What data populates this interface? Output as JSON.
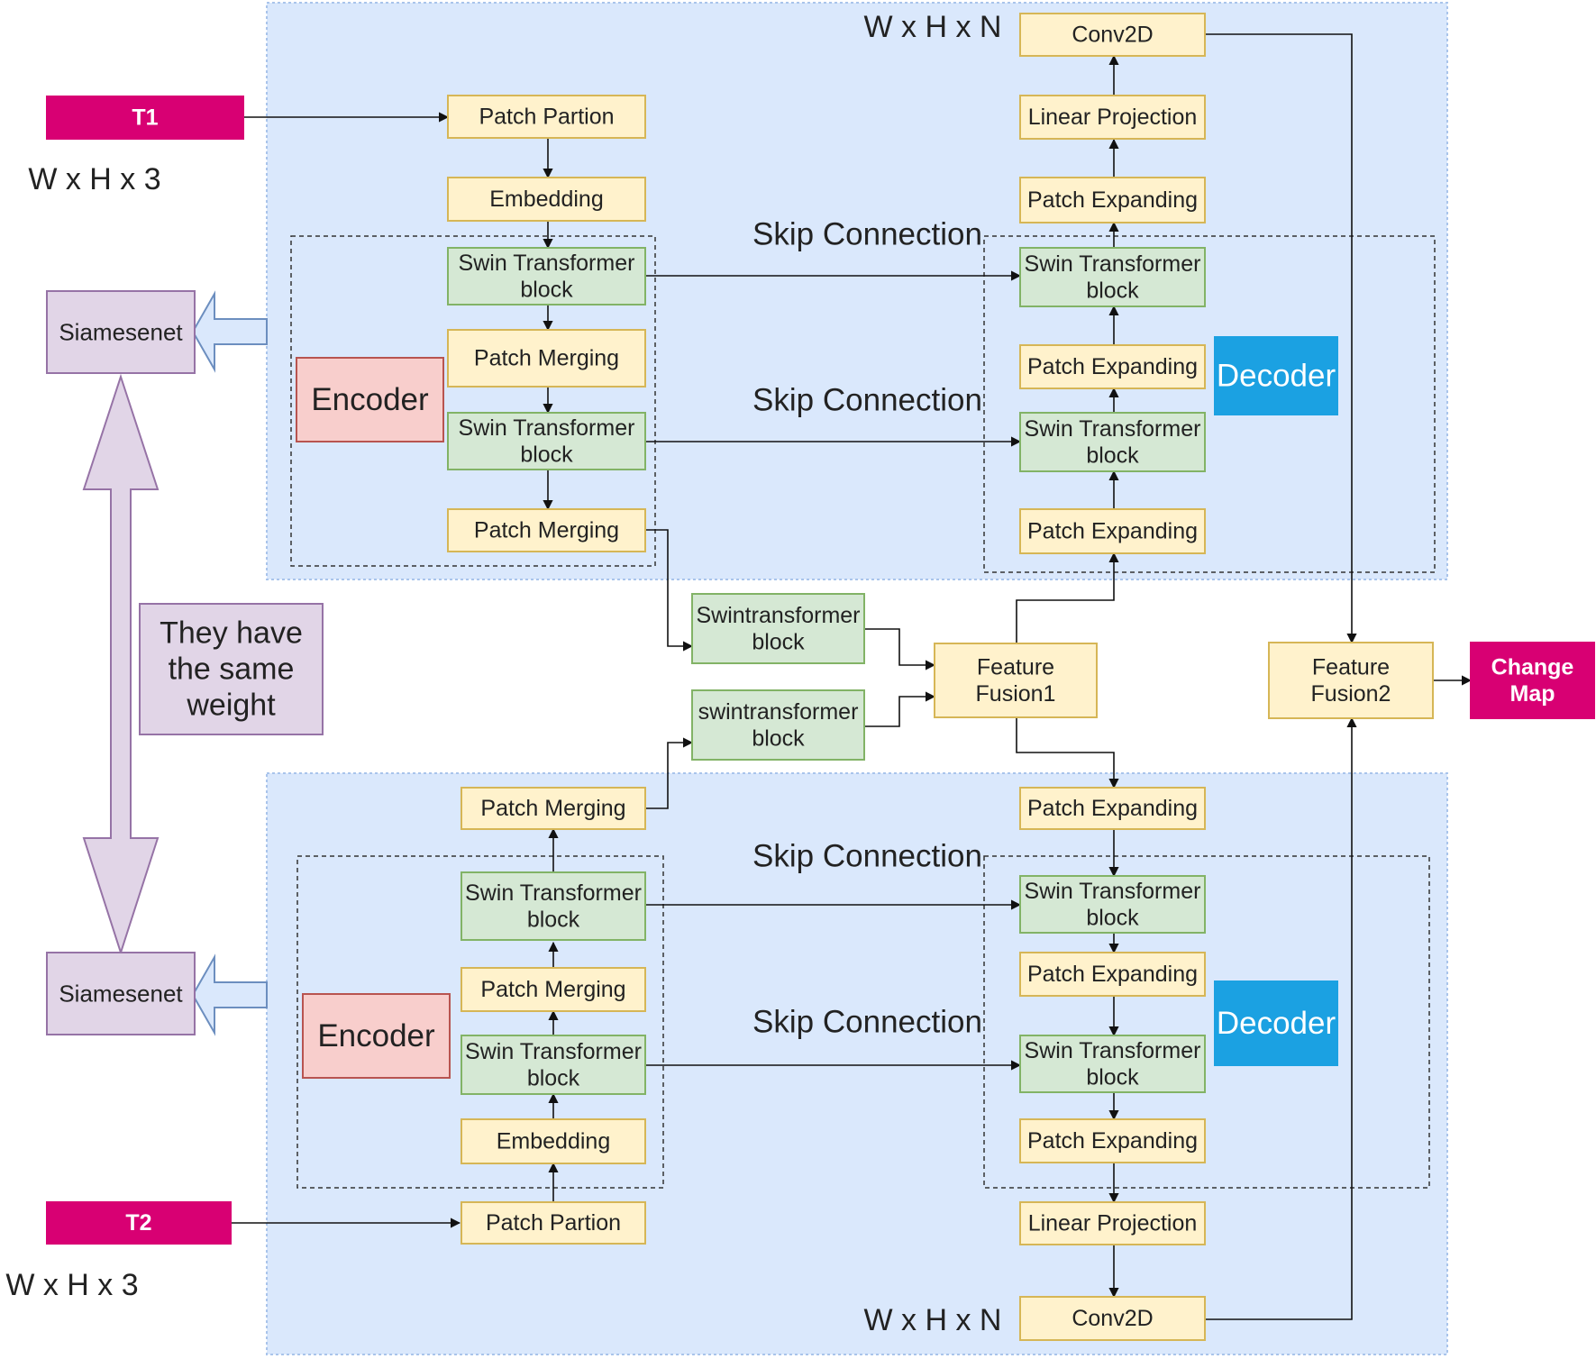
{
  "inputs": {
    "t1": "T1",
    "t2": "T2",
    "t1_dims": "W x H x 3",
    "t2_dims": "W x H x 3"
  },
  "siamese": {
    "top": "Siamesenet",
    "bottom": "Siamesenet",
    "note": [
      "They have",
      "the same",
      "weight"
    ]
  },
  "top_branch": {
    "output_dims": "W x H x N",
    "encoder_label": "Encoder",
    "decoder_label": "Decoder",
    "skip_connection_1": "Skip Connection",
    "skip_connection_2": "Skip Connection",
    "encoder": {
      "patch_partion": "Patch Partion",
      "embedding": "Embedding",
      "swin_1": [
        "Swin Transformer",
        "block"
      ],
      "patch_merging_1": "Patch Merging",
      "swin_2": [
        "Swin Transformer",
        "block"
      ],
      "patch_merging_2": "Patch Merging"
    },
    "decoder": {
      "conv2d": "Conv2D",
      "linear_projection": "Linear Projection",
      "patch_expanding_1": "Patch Expanding",
      "swin_1": [
        "Swin Transformer",
        "block"
      ],
      "patch_expanding_2": "Patch Expanding",
      "swin_2": [
        "Swin Transformer",
        "block"
      ],
      "patch_expanding_3": "Patch Expanding"
    }
  },
  "middle": {
    "swin_top": [
      "Swintransformer",
      "block"
    ],
    "swin_bottom": [
      "swintransformer",
      "block"
    ],
    "fusion1": [
      "Feature",
      "Fusion1"
    ],
    "fusion2": [
      "Feature",
      "Fusion2"
    ],
    "output": [
      "Change",
      "Map"
    ]
  },
  "bottom_branch": {
    "output_dims": "W x H x N",
    "encoder_label": "Encoder",
    "decoder_label": "Decoder",
    "skip_connection_1": "Skip Connection",
    "skip_connection_2": "Skip Connection",
    "encoder": {
      "patch_merging_top": "Patch Merging",
      "swin_1": [
        "Swin Transformer",
        "block"
      ],
      "patch_merging": "Patch Merging",
      "swin_2": [
        "Swin Transformer",
        "block"
      ],
      "embedding": "Embedding",
      "patch_partion": "Patch Partion"
    },
    "decoder": {
      "patch_expanding_top": "Patch Expanding",
      "swin_1": [
        "Swin Transformer",
        "block"
      ],
      "patch_expanding_1": "Patch Expanding",
      "swin_2": [
        "Swin Transformer",
        "block"
      ],
      "patch_expanding_2": "Patch Expanding",
      "linear_projection": "Linear Projection",
      "conv2d": "Conv2D"
    }
  },
  "colors": {
    "panel_fill": "#dae8fc",
    "panel_border": "#a9c4eb",
    "yellow_fill": "#fff2cc",
    "yellow_border": "#d6b656",
    "green_fill": "#d5e8d4",
    "green_border": "#82b366",
    "magenta": "#d80073",
    "lilac_fill": "#e1d5e7",
    "lilac_border": "#9673a6",
    "encoder_fill": "#f8cecc",
    "encoder_border": "#b85450",
    "decoder_fill": "#1ba1e2",
    "arrow_fill": "#dae8fc",
    "arrow_border": "#6c8ebf"
  }
}
